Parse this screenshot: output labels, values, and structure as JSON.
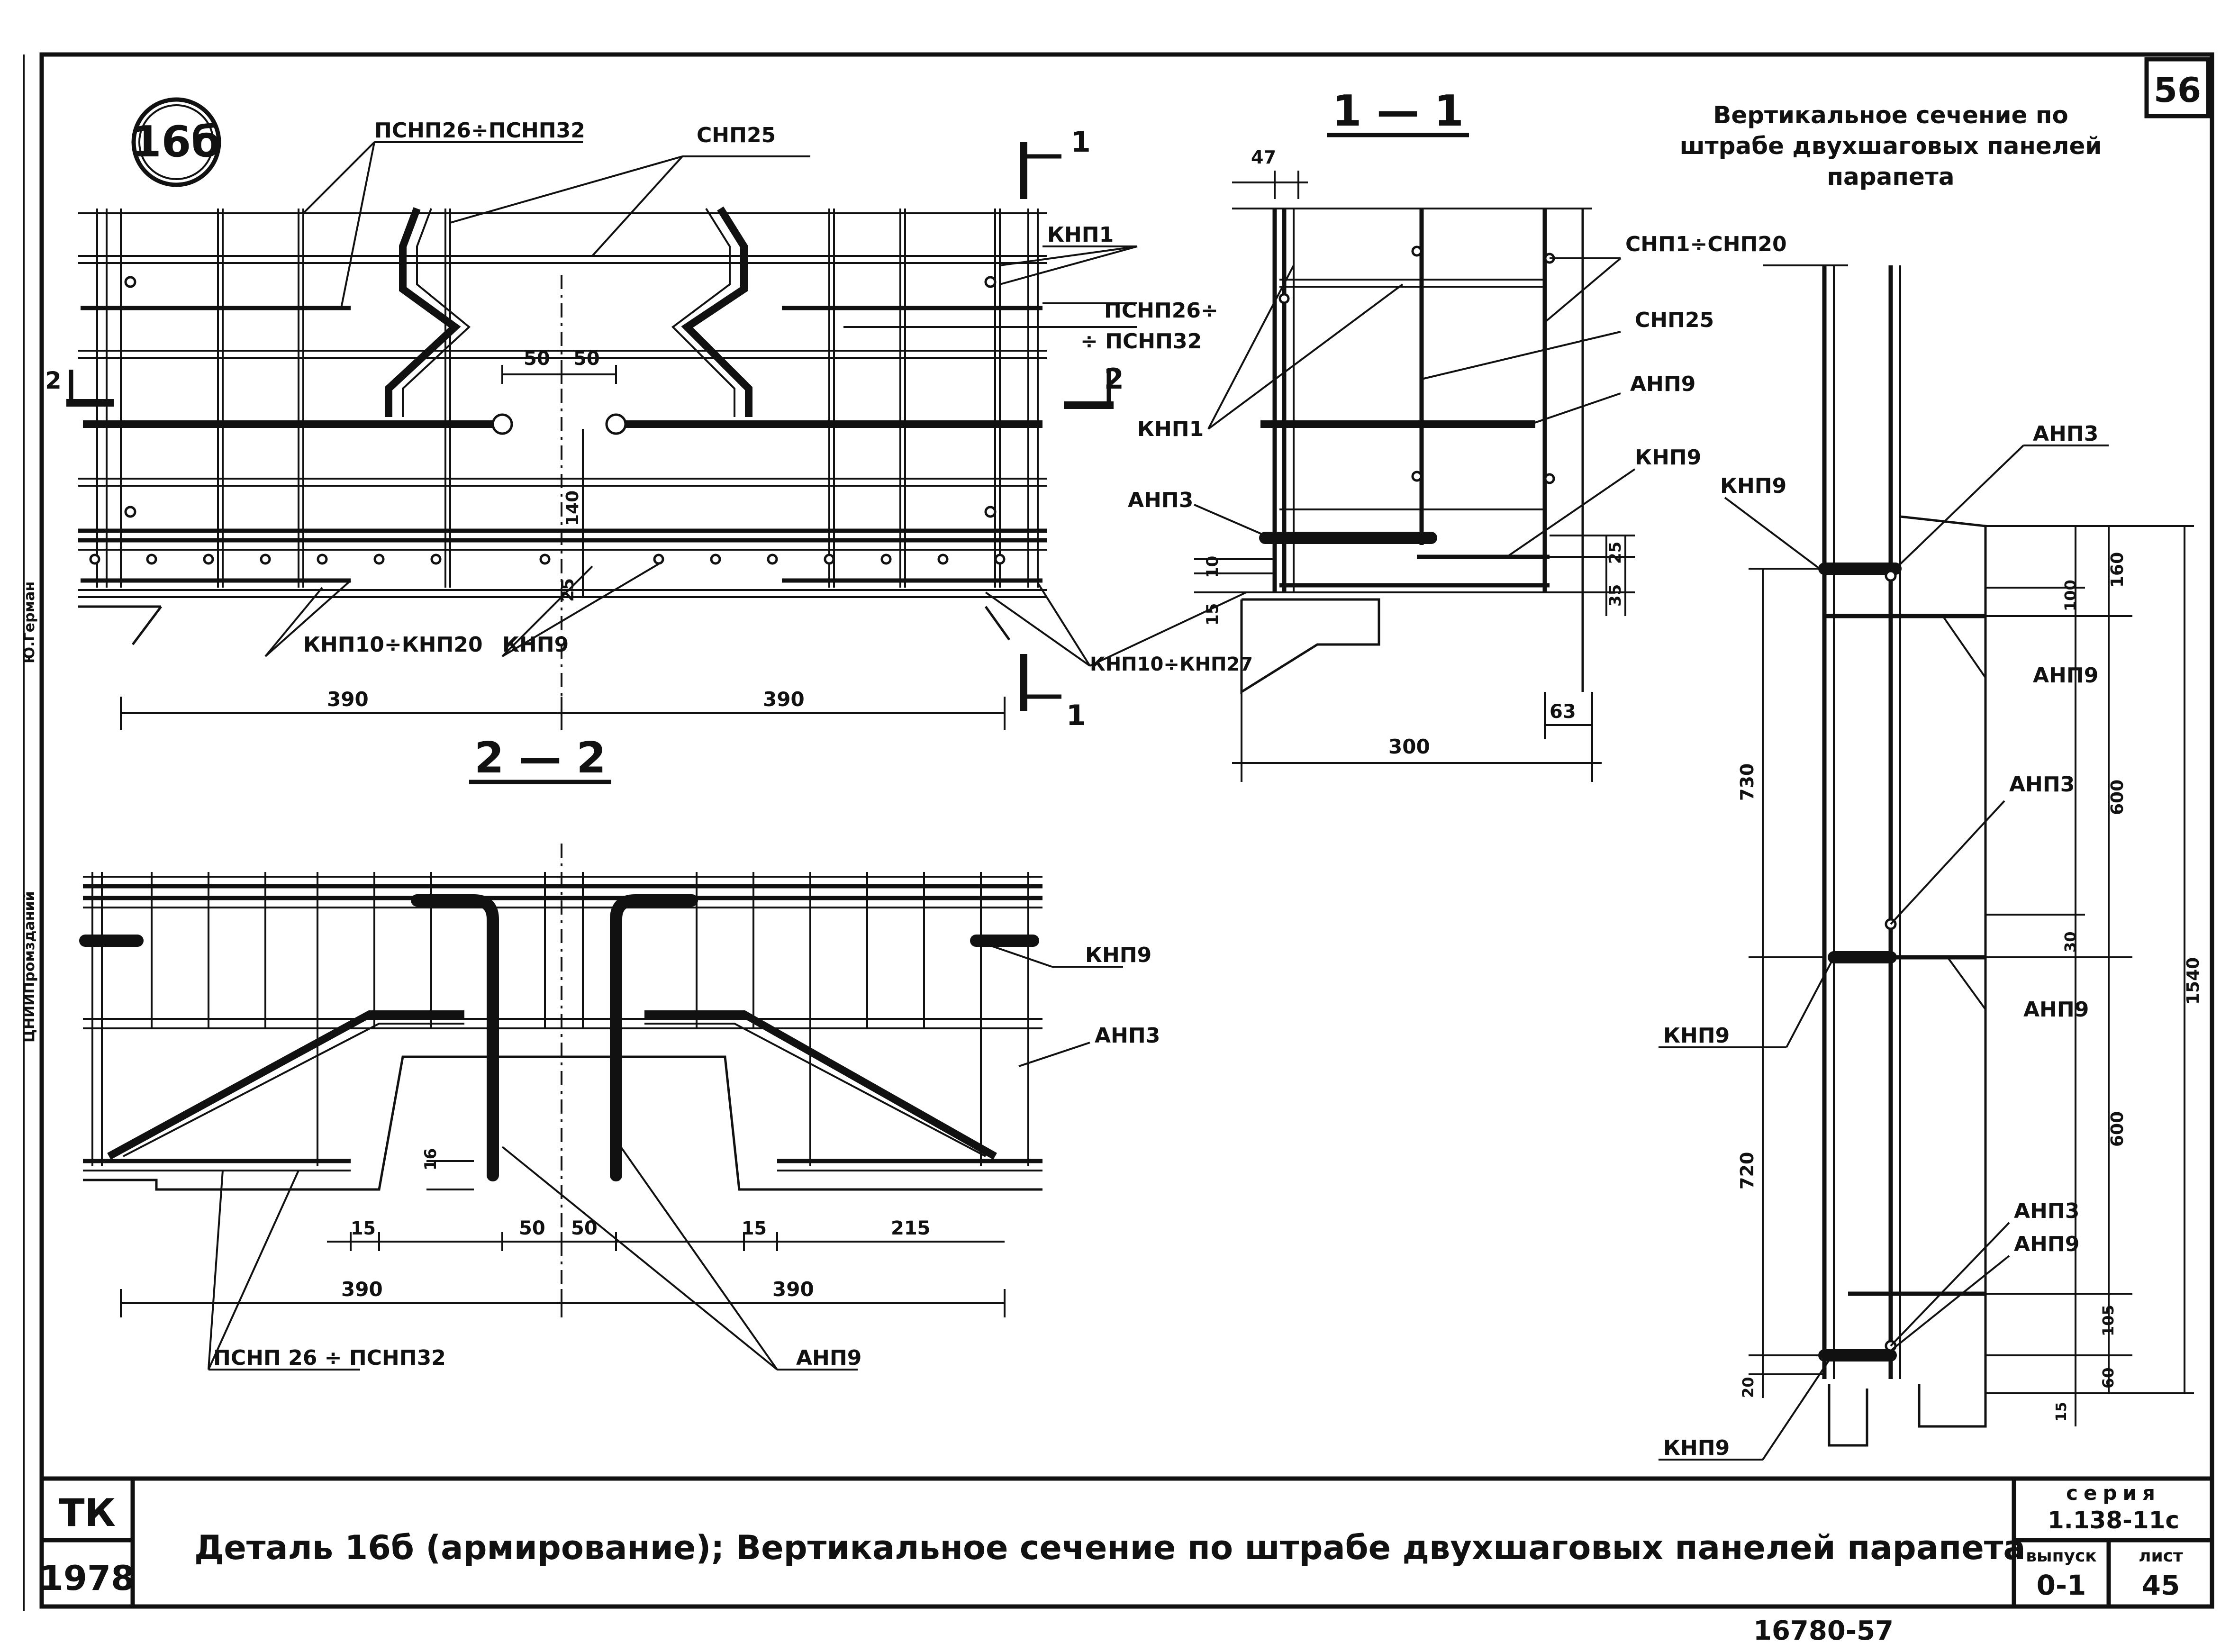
{
  "sheet": {
    "page_number": "56",
    "detail_mark": "16б",
    "year": "1978",
    "org_code": "ТК",
    "title": "Деталь 16б (армирование); Вертикальное сечение по штрабе двухшаговых панелей парапета",
    "series_label": "серия",
    "series_value": "1.138-11с",
    "issue_label": "выпуск",
    "issue_value": "0-1",
    "sheet_label": "лист",
    "sheet_value": "45",
    "side_stamp": "ЦНИИПромзданий",
    "side_stamp_2": "Ю.Герман",
    "bottom_inventory": "16780-57"
  },
  "plan_view": {
    "labels": {
      "pcnp26_32_top": "ПСНП26÷ПСНП32",
      "snp25_top": "СНП25",
      "knp1_right": "КНП1",
      "pcnp26_right_a": "ПСНП26÷",
      "pcnp26_right_b": "÷ ПСНП32",
      "knp10_20": "КНП10÷КНП20",
      "knp9": "КНП9",
      "knp10_27": "КНП10÷КНП27",
      "section_mark_1": "1",
      "section_mark_2": "2"
    },
    "dims": {
      "d50a": "50",
      "d50b": "50",
      "d140": "140",
      "d25": "25",
      "d390a": "390",
      "d390b": "390"
    }
  },
  "section_1_1": {
    "title": "1 — 1",
    "labels": {
      "snp1_20": "СНП1÷СНП20",
      "snp25": "СНП25",
      "anp9": "АНП9",
      "knp9": "КНП9",
      "knp1": "КНП1",
      "anp3": "АНП3"
    },
    "dims": {
      "d47": "47",
      "d15": "15",
      "d10": "10",
      "d25": "25",
      "d35": "35",
      "d63": "63",
      "d300": "300"
    }
  },
  "section_2_2": {
    "title": "2 — 2",
    "labels": {
      "knp9": "КНП9",
      "anp3": "АНП3",
      "pcnp26_32": "ПСНП 26 ÷ ПСНП32",
      "anp9": "АНП9"
    },
    "dims": {
      "d16": "16",
      "d15a": "15",
      "d50a": "50",
      "d50b": "50",
      "d15b": "15",
      "d215": "215",
      "d390a": "390",
      "d390b": "390"
    }
  },
  "vertical_section": {
    "title_line1": "Вертикальное сечение по",
    "title_line2": "штрабе двухшаговых панелей",
    "title_line3": "парапета",
    "labels": {
      "knp9_top": "КНП9",
      "anp3_top": "АНП3",
      "anp9_top": "АНП9",
      "anp3_mid": "АНП3",
      "anp9_mid": "АНП9",
      "knp9_mid": "КНП9",
      "anp3_bot": "АНП3",
      "anp9_bot": "АНП9",
      "knp9_bot": "КНП9"
    },
    "dims": {
      "d160": "160",
      "d100": "100",
      "d600a": "600",
      "d30": "30",
      "d1540": "1540",
      "d600b": "600",
      "d105": "105",
      "d60": "60",
      "d15": "15",
      "d730": "730",
      "d720": "720",
      "d20": "20"
    }
  }
}
